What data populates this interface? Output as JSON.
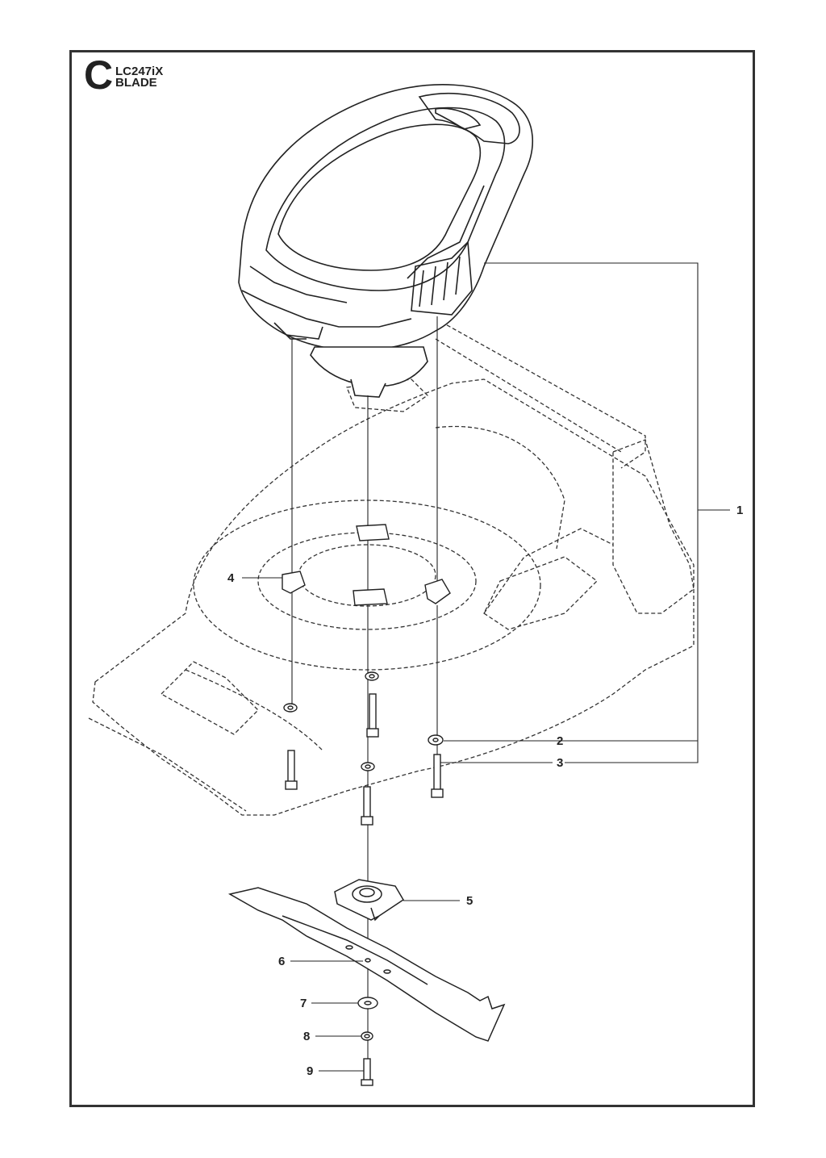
{
  "header": {
    "section": "C",
    "model": "LC247iX",
    "group": "BLADE"
  },
  "callouts": [
    "1",
    "2",
    "3",
    "4",
    "5",
    "6",
    "7",
    "8",
    "9"
  ],
  "colors": {
    "ink": "#222222",
    "frame": "#333333",
    "background": "#ffffff"
  }
}
